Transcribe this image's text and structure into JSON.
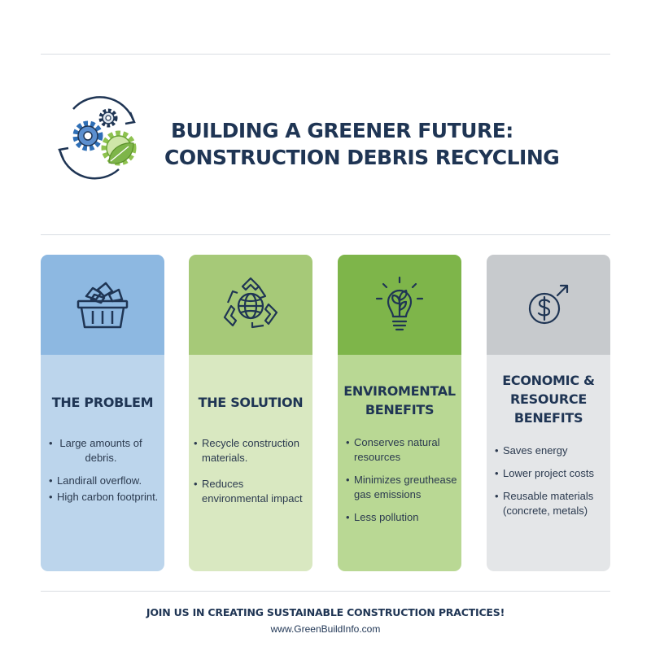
{
  "header": {
    "title_line1": "BUILDING A GREENER FUTURE:",
    "title_line2": "CONSTRUCTION DEBRIS RECYCLING",
    "logo_icon": "gears-recycle-leaf-icon"
  },
  "cards": [
    {
      "icon": "dumpster-icon",
      "heading_lines": [
        "THE PROBLEM"
      ],
      "bullets": [
        "Large amounts of debris.",
        "Landirall overflow.",
        "High carbon footprint."
      ]
    },
    {
      "icon": "recycle-globe-icon",
      "heading_lines": [
        "THE SOLUTION"
      ],
      "bullets": [
        "Recycle construction materials.",
        "Reduces environmental impact"
      ]
    },
    {
      "icon": "lightbulb-plant-icon",
      "heading_lines": [
        "ENVIROMENTAL",
        "BENEFITS"
      ],
      "bullets": [
        "Conserves natural resources",
        "Minimizes greuthease gas emissions",
        "Less pollution"
      ]
    },
    {
      "icon": "dollar-growth-icon",
      "heading_lines": [
        "ECONOMIC &",
        "RESOURCE",
        "BENEFITS"
      ],
      "bullets": [
        "Saves energy",
        "Lower project costs",
        "Reusable materials (concrete, metals)"
      ]
    }
  ],
  "footer": {
    "cta": "JOIN US IN CREATING SUSTAINABLE CONSTRUCTION PRACTICES!",
    "url": "www.GreenBuildInfo.com"
  },
  "colors": {
    "navy": "#1f3554",
    "problem_blue": "#8db8e1",
    "solution_green": "#a6c978",
    "benefit_green": "#7eb54a",
    "economic_gray": "#c7cacd"
  }
}
